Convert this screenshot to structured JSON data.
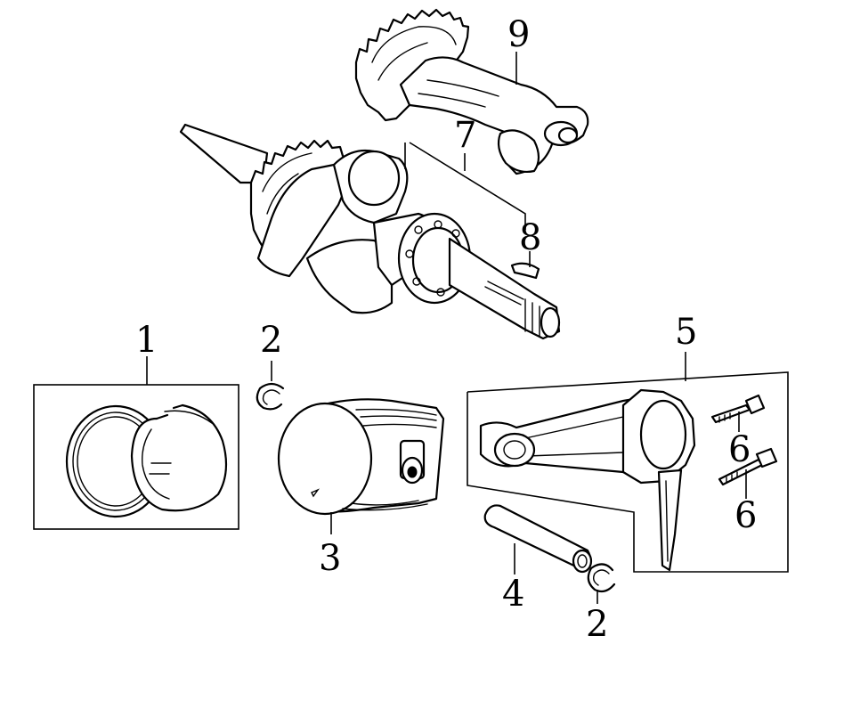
{
  "callouts": {
    "piston_rings": "1",
    "circlip_top": "2",
    "piston": "3",
    "piston_pin": "4",
    "connecting_rod": "5",
    "rod_bolt_upper": "6",
    "rod_bolt_lower": "6",
    "crankshaft": "7",
    "key": "8",
    "camshaft": "9",
    "circlip_bottom": "2"
  },
  "colors": {
    "line": "#000000",
    "background": "#ffffff"
  }
}
